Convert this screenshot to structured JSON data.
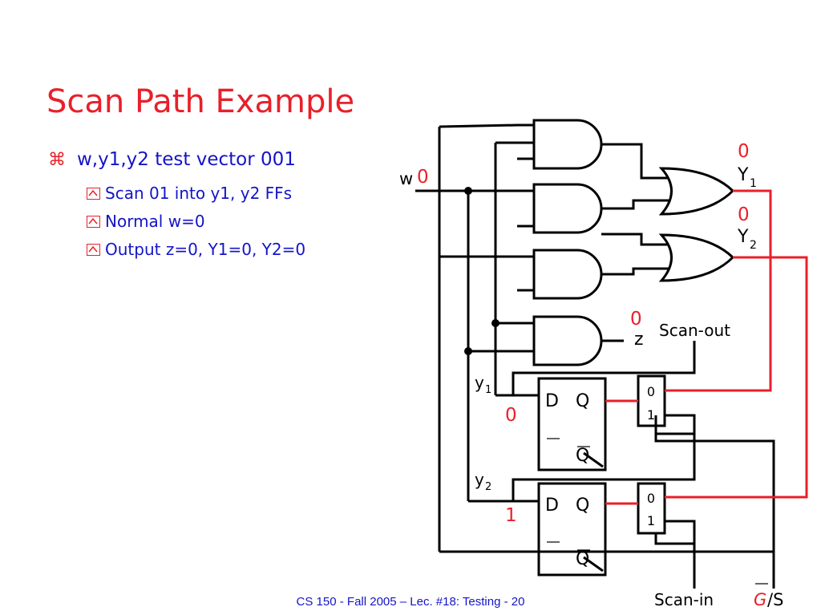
{
  "slide": {
    "title": "Scan Path Example",
    "bullet_glyph": "⌘",
    "bullet": "w,y1,y2 test vector 001",
    "sub_bullets": [
      "Scan 01 into y1, y2 FFs",
      "Normal w=0",
      "Output z=0, Y1=0, Y2=0"
    ],
    "footer": "CS 150 - Fall  2005 – Lec. #18: Testing - 20"
  },
  "diagram": {
    "w_label": "w",
    "w_value": "0",
    "Y1_value": "0",
    "Y1_label": "Y",
    "Y1_sub": "1",
    "Y2_value": "0",
    "Y2_label": "Y",
    "Y2_sub": "2",
    "z_value": "0",
    "z_label": "z",
    "scan_out": "Scan-out",
    "y1_label": "y",
    "y1_sub": "1",
    "y1_value": "0",
    "y2_label": "y",
    "y2_sub": "2",
    "y2_value": "1",
    "ff_d": "D",
    "ff_q": "Q",
    "mux_0": "0",
    "mux_1": "1",
    "scan_in": "Scan-in",
    "g_label": "G",
    "s_label": "/S"
  },
  "colors": {
    "title": "#e8202a",
    "text": "#1414c8",
    "highlight": "#e8202a",
    "wire": "#000000"
  }
}
